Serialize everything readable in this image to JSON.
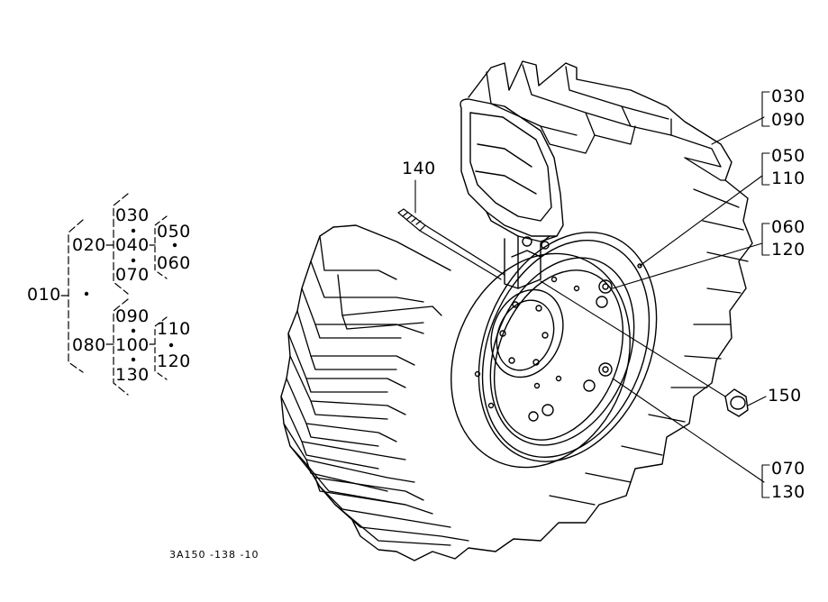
{
  "diagram": {
    "drawing_code": "3A150 -138 -10",
    "tree": {
      "root": "010",
      "group_a": "020",
      "group_a_items": [
        "030",
        "040",
        "070"
      ],
      "group_a_sub": [
        "050",
        "060"
      ],
      "group_b": "080",
      "group_b_items": [
        "090",
        "100",
        "130"
      ],
      "group_b_sub": [
        "110",
        "120"
      ]
    },
    "callouts": {
      "c030": "030",
      "c090": "090",
      "c050": "050",
      "c110": "110",
      "c060": "060",
      "c120": "120",
      "c140": "140",
      "c150": "150",
      "c070": "070",
      "c130": "130"
    }
  },
  "colors": {
    "ink": "#000000",
    "paper": "#ffffff"
  }
}
